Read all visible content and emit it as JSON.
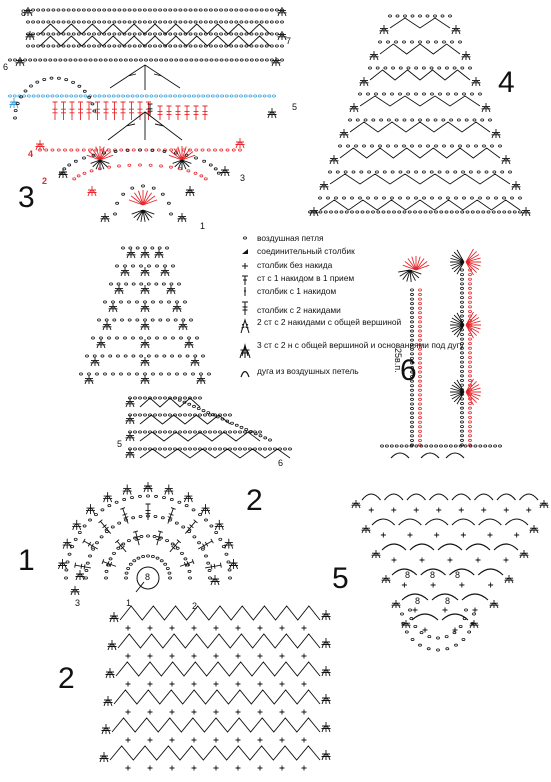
{
  "section_labels": {
    "s1": "1",
    "s2a": "2",
    "s2b": "2",
    "s3": "3",
    "s4": "4",
    "s5": "5",
    "s6": "6"
  },
  "row_labels": {
    "r8": "8",
    "r7": "7",
    "r6": "6",
    "r5": "5",
    "r4": "4",
    "r3": "3",
    "r2": "2",
    "r1": "1",
    "mid5": "5",
    "mid6": "6",
    "circle_left": "8",
    "circle_s5_a": "8",
    "circle_s5_b": "8",
    "circle_s5_c": "8",
    "circle_s5_d": "8",
    "circle_s5_e": "8",
    "bottom3": "3",
    "bottom1": "1",
    "bottom2": "2",
    "s6_chain": "25в.п."
  },
  "legend": [
    {
      "symbol": "chain-stitch",
      "text": "воздушная петля"
    },
    {
      "symbol": "slip-stitch",
      "text": "соединительный столбик"
    },
    {
      "symbol": "single-crochet",
      "text": "столбик без накида"
    },
    {
      "symbol": "dc-together",
      "text": "ст с 1 накидом в 1 прием"
    },
    {
      "symbol": "double-crochet",
      "text": "столбик с 1 накидом"
    },
    {
      "symbol": "treble-crochet",
      "text": "столбик с 2 накидами"
    },
    {
      "symbol": "tr2tog",
      "text": "2 ст с 2 накидами с общей вершиной"
    },
    {
      "symbol": "tr3tog",
      "text": "3 ст с 2 н с общей вершиной и основаниями под дугу"
    },
    {
      "symbol": "chain-arc",
      "text": "дуга из воздушных петель"
    }
  ],
  "colors": {
    "ink": "#111111",
    "red": "#e8262b",
    "blue": "#3aa0d8"
  }
}
